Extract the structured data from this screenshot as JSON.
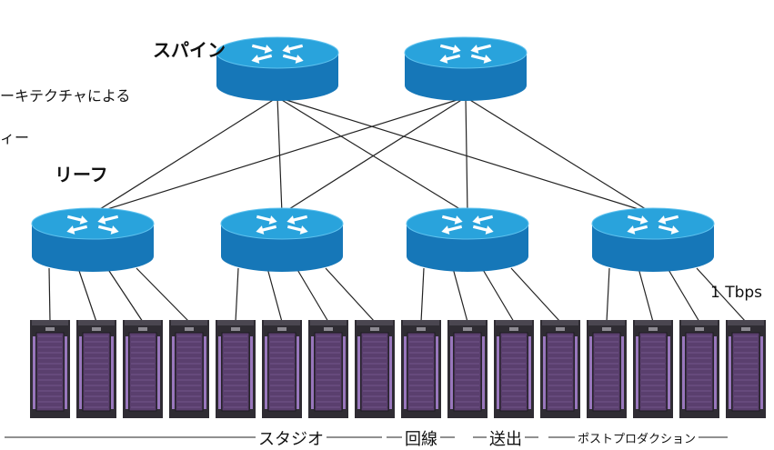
{
  "labels": {
    "title_line1": "ーキテクチャによる",
    "title_line2": "ィー",
    "spine": "スパイン",
    "leaf": "リーフ",
    "link_speed": "1 Tbps"
  },
  "groups": {
    "studio": "スタジオ",
    "line": "回線",
    "transmission": "送出",
    "post_production": "ポストプロダクション"
  },
  "colors": {
    "router_top": "#29a3dc",
    "router_side": "#1677b8",
    "router_arrow": "#ffffff",
    "server_body": "#2f2c33",
    "server_panel": "#5a3f6e",
    "server_accent": "#b48be0",
    "line": "#222222"
  },
  "nodes": {
    "spines": [
      "spine-router-1",
      "spine-router-2"
    ],
    "leaves": [
      "leaf-router-1",
      "leaf-router-2",
      "leaf-router-3",
      "leaf-router-4"
    ],
    "servers_per_leaf": 4
  }
}
